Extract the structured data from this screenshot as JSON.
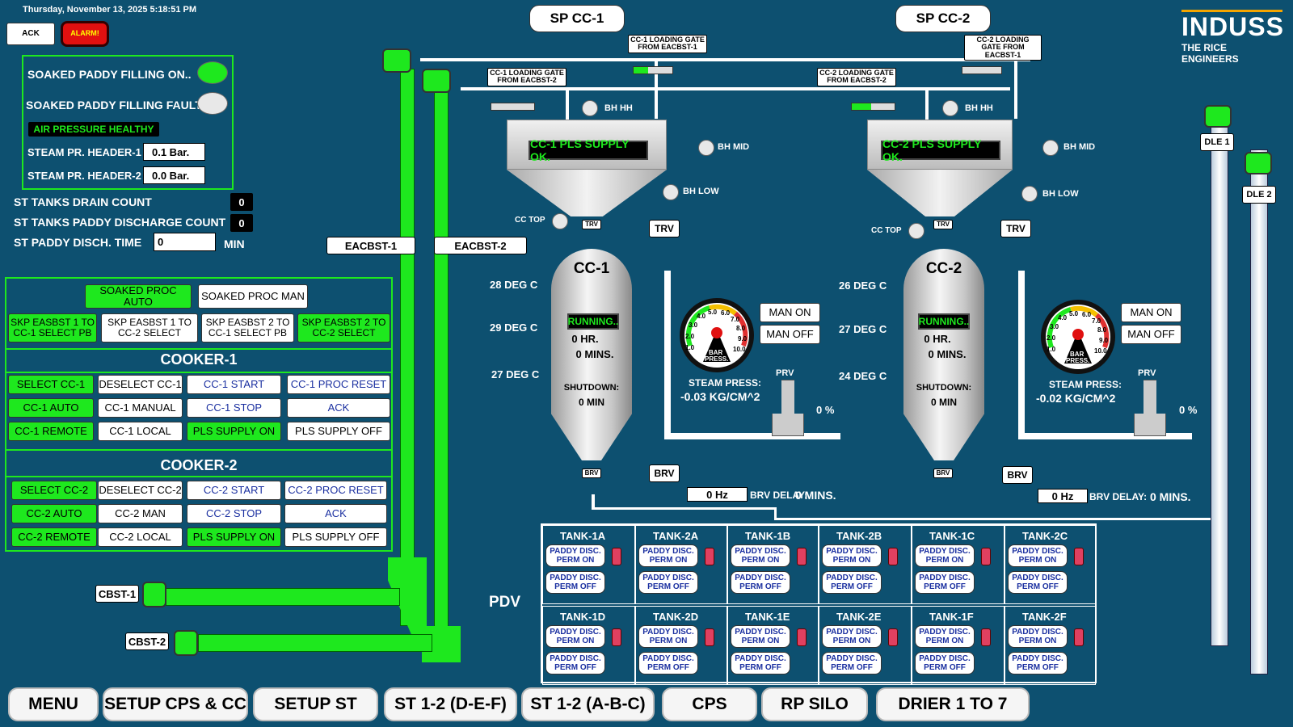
{
  "header": {
    "datetime": "Thursday, November 13, 2025 5:18:51 PM",
    "ack": "ACK",
    "alarm": "ALARM!"
  },
  "logo": {
    "brand": "INDUSS",
    "tagline": "THE RICE ENGINEERS"
  },
  "status_panel": {
    "soaked_on": "SOAKED PADDY FILLING ON..",
    "soaked_fault": "SOAKED PADDY FILLING FAULT",
    "air_pressure": "AIR PRESSURE HEALTHY",
    "steam_hdr1_label": "STEAM PR. HEADER-1",
    "steam_hdr1_value": "0.1 Bar.",
    "steam_hdr2_label": "STEAM PR. HEADER-2",
    "steam_hdr2_value": "0.0 Bar."
  },
  "counters": {
    "drain_label": "ST TANKS DRAIN COUNT",
    "drain_value": "0",
    "discharge_label": "ST TANKS PADDY DISCHARGE COUNT",
    "discharge_value": "0",
    "disch_time_label": "ST PADDY DISCH. TIME",
    "disch_time_value": "0",
    "disch_time_unit": "MIN"
  },
  "mode": {
    "auto": "SOAKED PROC AUTO",
    "man": "SOAKED PROC MAN",
    "skp1": "SKP EASBST 1 TO CC-1 SELECT PB",
    "skp2": "SKP EASBST 1 TO CC-2 SELECT",
    "skp3": "SKP EASBST 2 TO CC-1 SELECT PB",
    "skp4": "SKP EASBST 2 TO CC-2 SELECT"
  },
  "cooker1": {
    "title": "COOKER-1",
    "rows": [
      [
        "SELECT CC-1",
        "DESELECT CC-1",
        "CC-1 START",
        "CC-1 PROC RESET"
      ],
      [
        "CC-1 AUTO",
        "CC-1 MANUAL",
        "CC-1 STOP",
        "ACK"
      ],
      [
        "CC-1 REMOTE",
        "CC-1 LOCAL",
        "PLS SUPPLY ON",
        "PLS SUPPLY OFF"
      ]
    ]
  },
  "cooker2": {
    "title": "COOKER-2",
    "rows": [
      [
        "SELECT CC-2",
        "DESELECT CC-2",
        "CC-2 START",
        "CC-2 PROC RESET"
      ],
      [
        "CC-2 AUTO",
        "CC-2 MAN",
        "CC-2 STOP",
        "ACK"
      ],
      [
        "CC-2 REMOTE",
        "CC-2 LOCAL",
        "PLS SUPPLY ON",
        "PLS SUPPLY OFF"
      ]
    ]
  },
  "conveyors": {
    "eacbst1": "EACBST-1",
    "eacbst2": "EACBST-2",
    "cbst1": "CBST-1",
    "cbst2": "CBST-2",
    "dle1": "DLE 1",
    "dle2": "DLE 2"
  },
  "cc1": {
    "sp": "SP CC-1",
    "gate1": "CC-1 LOADING GATE FROM EACBST-1",
    "gate2": "CC-1 LOADING GATE FROM EACBST-2",
    "bh_hh": "BH HH",
    "bh_mid": "BH MID",
    "bh_low": "BH LOW",
    "cc_top": "CC TOP",
    "trv": "TRV",
    "brv": "BRV",
    "pls": "CC-1 PLS SUPPLY OK.",
    "name": "CC-1",
    "running": "RUNNING..",
    "hr": "0 HR.",
    "mins": "0 MINS.",
    "shutdown": "SHUTDOWN:",
    "shutdown_val": "0 MIN",
    "temps": [
      "28 DEG C",
      "29 DEG C",
      "27 DEG C"
    ],
    "man_on": "MAN ON",
    "man_off": "MAN OFF",
    "steam_label": "STEAM PRESS:",
    "steam_value": "-0.03 KG/CM^2",
    "prv": "PRV",
    "prv_pct": "0 %",
    "hz": "0 Hz",
    "brv_delay_label": "BRV DELAY:",
    "brv_delay": "0 MINS."
  },
  "cc2": {
    "sp": "SP CC-2",
    "gate1": "CC-2 LOADING GATE FROM EACBST-1",
    "gate2": "CC-2 LOADING GATE FROM EACBST-2",
    "bh_hh": "BH HH",
    "bh_mid": "BH MID",
    "bh_low": "BH LOW",
    "cc_top": "CC TOP",
    "trv": "TRV",
    "brv": "BRV",
    "pls": "CC-2 PLS SUPPLY OK.",
    "name": "CC-2",
    "running": "RUNNING..",
    "hr": "0 HR.",
    "mins": "0 MINS.",
    "shutdown": "SHUTDOWN:",
    "shutdown_val": "0 MIN",
    "temps": [
      "26 DEG C",
      "27 DEG C",
      "24 DEG C"
    ],
    "man_on": "MAN ON",
    "man_off": "MAN OFF",
    "steam_label": "STEAM PRESS:",
    "steam_value": "-0.02 KG/CM^2",
    "prv": "PRV",
    "prv_pct": "0 %",
    "hz": "0 Hz",
    "brv_delay_label": "BRV DELAY:",
    "brv_delay": "0 MINS."
  },
  "gauge": {
    "ticks": [
      "1.0",
      "2.0",
      "3.0",
      "4.0",
      "5.0",
      "6.0",
      "7.0",
      "8.0",
      "9.0",
      "10.0"
    ],
    "label1": "BAR",
    "label2": "PRESS."
  },
  "pdv": "PDV",
  "tanks": {
    "row1": [
      "TANK-1A",
      "TANK-2A",
      "TANK-1B",
      "TANK-2B",
      "TANK-1C",
      "TANK-2C"
    ],
    "row2": [
      "TANK-1D",
      "TANK-2D",
      "TANK-1E",
      "TANK-2E",
      "TANK-1F",
      "TANK-2F"
    ],
    "on": "PADDY DISC. PERM ON",
    "off": "PADDY DISC. PERM OFF"
  },
  "nav": [
    "MENU",
    "SETUP CPS & CC",
    "SETUP ST",
    "ST 1-2 (D-E-F)",
    "ST 1-2 (A-B-C)",
    "CPS",
    "RP SILO",
    "DRIER 1 TO 7"
  ]
}
